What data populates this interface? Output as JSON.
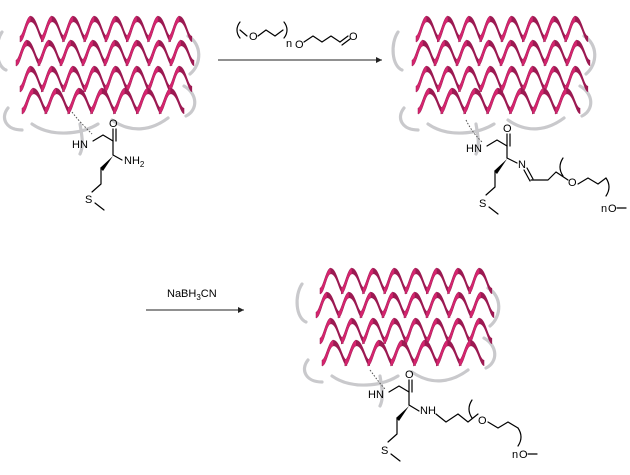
{
  "reagents": {
    "step1_subscript": "n",
    "step1_o1": "O",
    "step1_o2": "O",
    "step1_o3": "O",
    "step2_label": "NaBH",
    "step2_sub": "3",
    "step2_tail": "CN"
  },
  "structures": {
    "start": {
      "hn": "HN",
      "o": "O",
      "nh2": "NH",
      "nh2_sub": "2",
      "s": "S"
    },
    "imine": {
      "hn": "HN",
      "o": "O",
      "n": "N",
      "peg_o1": "O",
      "n_sub": "n",
      "peg_o2": "O",
      "s": "S"
    },
    "amine": {
      "hn": "HN",
      "o": "O",
      "nh": "NH",
      "peg_o1": "O",
      "n_sub": "n",
      "peg_o2": "O",
      "s": "S"
    }
  },
  "colors": {
    "helix": "#d6246e",
    "helix_dark": "#9c1a52",
    "loop": "#c9c9cc"
  }
}
